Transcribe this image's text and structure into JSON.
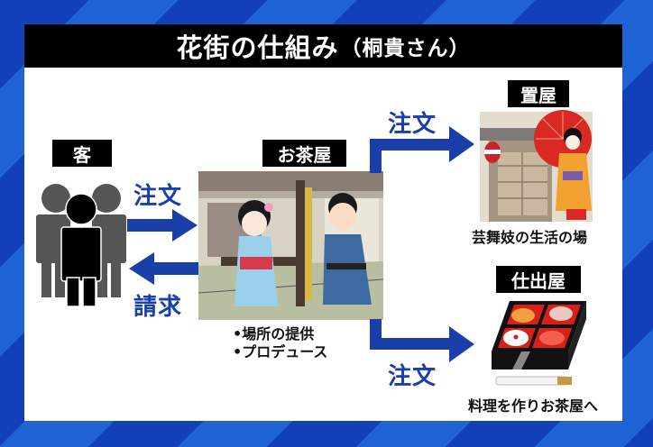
{
  "title": {
    "main": "花街の仕組み",
    "sub": "（桐貴さん）"
  },
  "colors": {
    "arrow": "#1a3fa8",
    "label_bg": "#000000",
    "panel_bg": "#ffffff",
    "bg_dark": "#1240b8",
    "bg_light": "#1f63d6"
  },
  "nodes": {
    "customer": {
      "label": "客",
      "icon": "people-group-icon"
    },
    "teahouse": {
      "label": "お茶屋",
      "icon": "teahouse-illustration",
      "bullets": [
        "•場所の提供",
        "•プロデュース"
      ]
    },
    "okiya": {
      "label": "置屋",
      "icon": "maiko-house-illustration",
      "caption": "芸舞妓の生活の場"
    },
    "shidashiya": {
      "label": "仕出屋",
      "icon": "bento-box-illustration",
      "caption": "料理を作りお茶屋へ"
    }
  },
  "arrows": {
    "customer_to_teahouse": "注文",
    "teahouse_to_customer": "請求",
    "teahouse_to_okiya": "注文",
    "teahouse_to_shidashiya": "注文"
  }
}
